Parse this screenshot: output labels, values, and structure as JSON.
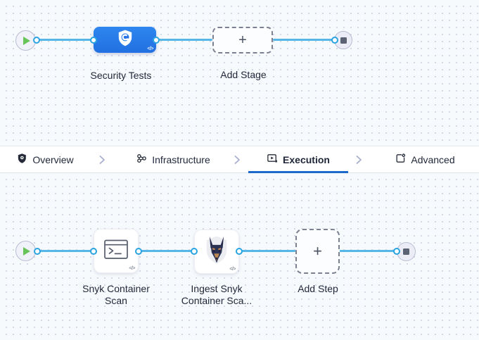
{
  "stage_pipeline": {
    "stage_label": "Security Tests",
    "add_stage_label": "Add Stage",
    "plus": "+",
    "code_badge": "</>"
  },
  "tabs": {
    "overview": "Overview",
    "infrastructure": "Infrastructure",
    "execution": "Execution",
    "advanced": "Advanced"
  },
  "step_pipeline": {
    "step1_label": "Snyk Container\nScan",
    "step2_label": "Ingest Snyk\nContainer Sca...",
    "add_step_label": "Add Step",
    "plus": "+",
    "code_badge": "</>"
  },
  "colors": {
    "canvas_bg": "#f7fafd",
    "edge_blue": "#57b6e8",
    "connector_ring": "#2aa3e2",
    "stage_blue_top": "#2e86ef",
    "stage_blue_bottom": "#2270e2",
    "active_tab_underline": "#1c6acb",
    "start_play_green": "#68c459",
    "text_dark": "#1f2637"
  }
}
